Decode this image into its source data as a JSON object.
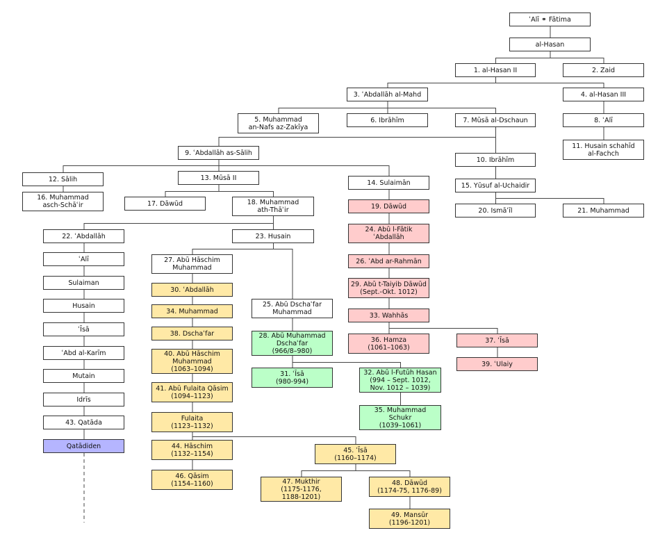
{
  "colors": {
    "white": "#ffffff",
    "yellow": "#ffe9a6",
    "pink": "#ffcccc",
    "green": "#bbffc8",
    "blue": "#b5b5ff",
    "line": "#444444"
  },
  "nodes": {
    "ali_fatima": {
      "label": "ʿAlī ⚭ Fātima",
      "color": "white"
    },
    "al_hasan": {
      "label": "al-Hasan",
      "color": "white"
    },
    "n1": {
      "label": "1. al-Hasan II",
      "color": "white"
    },
    "n2": {
      "label": "2. Zaid",
      "color": "white"
    },
    "n3": {
      "label": "3. ʿAbdallāh al-Mahd",
      "color": "white"
    },
    "n4": {
      "label": "4. al-Hasan III",
      "color": "white"
    },
    "n5": {
      "label": "5. Muhammad\nan-Nafs az-Zakīya",
      "color": "white"
    },
    "n6": {
      "label": "6. Ibrāhīm",
      "color": "white"
    },
    "n7": {
      "label": "7.  Mūsā al-Dschaun",
      "color": "white"
    },
    "n8": {
      "label": "8. ʿAlī",
      "color": "white"
    },
    "n9": {
      "label": "9. ʿAbdallāh as-Sālih",
      "color": "white"
    },
    "n10": {
      "label": "10. Ibrāhīm",
      "color": "white"
    },
    "n11": {
      "label": "11. Husain schahīd\nal-Fachch",
      "color": "white"
    },
    "n12": {
      "label": "12. Sālih",
      "color": "white"
    },
    "n13": {
      "label": "13. Mūsā II",
      "color": "white"
    },
    "n14": {
      "label": "14. Sulaimān",
      "color": "white"
    },
    "n15": {
      "label": "15. Yūsuf al-Uchaidir",
      "color": "white"
    },
    "n16": {
      "label": "16. Muhammad\nasch-Schāʿir",
      "color": "white"
    },
    "n17": {
      "label": "17. Dāwūd",
      "color": "white"
    },
    "n18": {
      "label": "18. Muhammad\nath-Thāʾir",
      "color": "white"
    },
    "n19": {
      "label": "19. Dāwūd",
      "color": "pink"
    },
    "n20": {
      "label": "20. Ismāʿīl",
      "color": "white"
    },
    "n21": {
      "label": "21. Muhammad",
      "color": "white"
    },
    "n22": {
      "label": "22. ʿAbdallāh",
      "color": "white"
    },
    "n23": {
      "label": "23. Husain",
      "color": "white"
    },
    "n24": {
      "label": "24. Abū l-Fātik\nʿAbdallāh",
      "color": "pink"
    },
    "ali2": {
      "label": "ʿAlī",
      "color": "white"
    },
    "n27": {
      "label": "27. Abū Hāschim\nMuhammad",
      "color": "white"
    },
    "n26": {
      "label": "26. ʿAbd ar-Rahmān",
      "color": "pink"
    },
    "sulaiman2": {
      "label": "Sulaiman",
      "color": "white"
    },
    "n30": {
      "label": "30. ʿAbdallāh",
      "color": "yellow"
    },
    "n29": {
      "label": "29. Abū t-Taiyib Dāwūd\n(Sept.-Okt. 1012)",
      "color": "pink"
    },
    "husain2": {
      "label": "Husain",
      "color": "white"
    },
    "n34": {
      "label": "34. Muhammad",
      "color": "yellow"
    },
    "n25": {
      "label": "25. Abū Dschaʿfar\nMuhammad",
      "color": "white"
    },
    "n33": {
      "label": "33. Wahhās",
      "color": "pink"
    },
    "isa2": {
      "label": "ʿĪsā",
      "color": "white"
    },
    "n38": {
      "label": "38. Dschaʿfar",
      "color": "yellow"
    },
    "n28": {
      "label": "28. Abū Muhammad\nDschaʿfar\n(966/8–980)",
      "color": "green"
    },
    "n36": {
      "label": "36. Hamza\n(1061–1063)",
      "color": "pink"
    },
    "n37": {
      "label": "37. ʿĪsā",
      "color": "pink"
    },
    "abdalkarim": {
      "label": "ʿAbd al-Karīm",
      "color": "white"
    },
    "n40": {
      "label": "40. Abū Hāschim\nMuhammad\n(1063–1094)",
      "color": "yellow"
    },
    "n39": {
      "label": "39. ʿUlaiy",
      "color": "pink"
    },
    "mutain": {
      "label": "Mutain",
      "color": "white"
    },
    "n31": {
      "label": "31. ʿĪsā\n(980-994)",
      "color": "green"
    },
    "n32": {
      "label": "32. Abū l-Futūh Hasan\n(994 – Sept. 1012,\nNov. 1012 – 1039)",
      "color": "green"
    },
    "n41": {
      "label": "41. Abū Fulaita Qāsim\n(1094–1123)",
      "color": "yellow"
    },
    "idris": {
      "label": "Idrīs",
      "color": "white"
    },
    "n35": {
      "label": "35. Muhammad\nSchukr\n(1039–1061)",
      "color": "green"
    },
    "n43": {
      "label": "43. Qatāda",
      "color": "white"
    },
    "fulaita": {
      "label": "Fulaita\n(1123–1132)",
      "color": "yellow"
    },
    "qatadiden": {
      "label": "Qatādiden",
      "color": "blue"
    },
    "n44": {
      "label": "44. Hāschim\n(1132–1154)",
      "color": "yellow"
    },
    "n45": {
      "label": "45. ʿĪsā\n(1160–1174)",
      "color": "yellow"
    },
    "n46": {
      "label": "46. Qāsim\n(1154–1160)",
      "color": "yellow"
    },
    "n47": {
      "label": "47. Mukthir\n(1175-1176,\n1188-1201)",
      "color": "yellow"
    },
    "n48": {
      "label": "48. Dāwūd\n(1174-75, 1176-89)",
      "color": "yellow"
    },
    "n49": {
      "label": "49. Mansūr\n(1196-1201)",
      "color": "yellow"
    }
  },
  "edges": [
    [
      "ali_fatima",
      "al_hasan"
    ],
    [
      "al_hasan",
      "n1"
    ],
    [
      "al_hasan",
      "n2"
    ],
    [
      "n1",
      "n3"
    ],
    [
      "n1",
      "n4"
    ],
    [
      "n3",
      "n5"
    ],
    [
      "n3",
      "n6"
    ],
    [
      "n3",
      "n7"
    ],
    [
      "n4",
      "n8"
    ],
    [
      "n8",
      "n11"
    ],
    [
      "n7",
      "n9"
    ],
    [
      "n7",
      "n10"
    ],
    [
      "n10",
      "n15"
    ],
    [
      "n15",
      "n20"
    ],
    [
      "n15",
      "n21"
    ],
    [
      "n9",
      "n12"
    ],
    [
      "n9",
      "n13"
    ],
    [
      "n9",
      "n14"
    ],
    [
      "n12",
      "n16"
    ],
    [
      "n13",
      "n17"
    ],
    [
      "n13",
      "n18"
    ],
    [
      "n14",
      "n19"
    ],
    [
      "n19",
      "n24"
    ],
    [
      "n24",
      "n26"
    ],
    [
      "n26",
      "n29"
    ],
    [
      "n29",
      "n33"
    ],
    [
      "n33",
      "n36"
    ],
    [
      "n33",
      "n37"
    ],
    [
      "n37",
      "n39"
    ],
    [
      "n18",
      "n22"
    ],
    [
      "n18",
      "n23"
    ],
    [
      "n22",
      "ali2"
    ],
    [
      "ali2",
      "sulaiman2"
    ],
    [
      "sulaiman2",
      "husain2"
    ],
    [
      "husain2",
      "isa2"
    ],
    [
      "isa2",
      "abdalkarim"
    ],
    [
      "abdalkarim",
      "mutain"
    ],
    [
      "mutain",
      "idris"
    ],
    [
      "idris",
      "n43"
    ],
    [
      "n43",
      "qatadiden"
    ],
    [
      "n23",
      "n27"
    ],
    [
      "n23",
      "n25"
    ],
    [
      "n27",
      "n30"
    ],
    [
      "n30",
      "n34"
    ],
    [
      "n34",
      "n38"
    ],
    [
      "n38",
      "n40"
    ],
    [
      "n40",
      "n41"
    ],
    [
      "n41",
      "fulaita"
    ],
    [
      "fulaita",
      "n44"
    ],
    [
      "fulaita",
      "n45"
    ],
    [
      "n44",
      "n46"
    ],
    [
      "n45",
      "n47"
    ],
    [
      "n45",
      "n48"
    ],
    [
      "n48",
      "n49"
    ],
    [
      "n25",
      "n28"
    ],
    [
      "n28",
      "n31"
    ],
    [
      "n28",
      "n32"
    ],
    [
      "n32",
      "n35"
    ]
  ],
  "dashed_edges": [
    [
      "qatadiden"
    ]
  ]
}
